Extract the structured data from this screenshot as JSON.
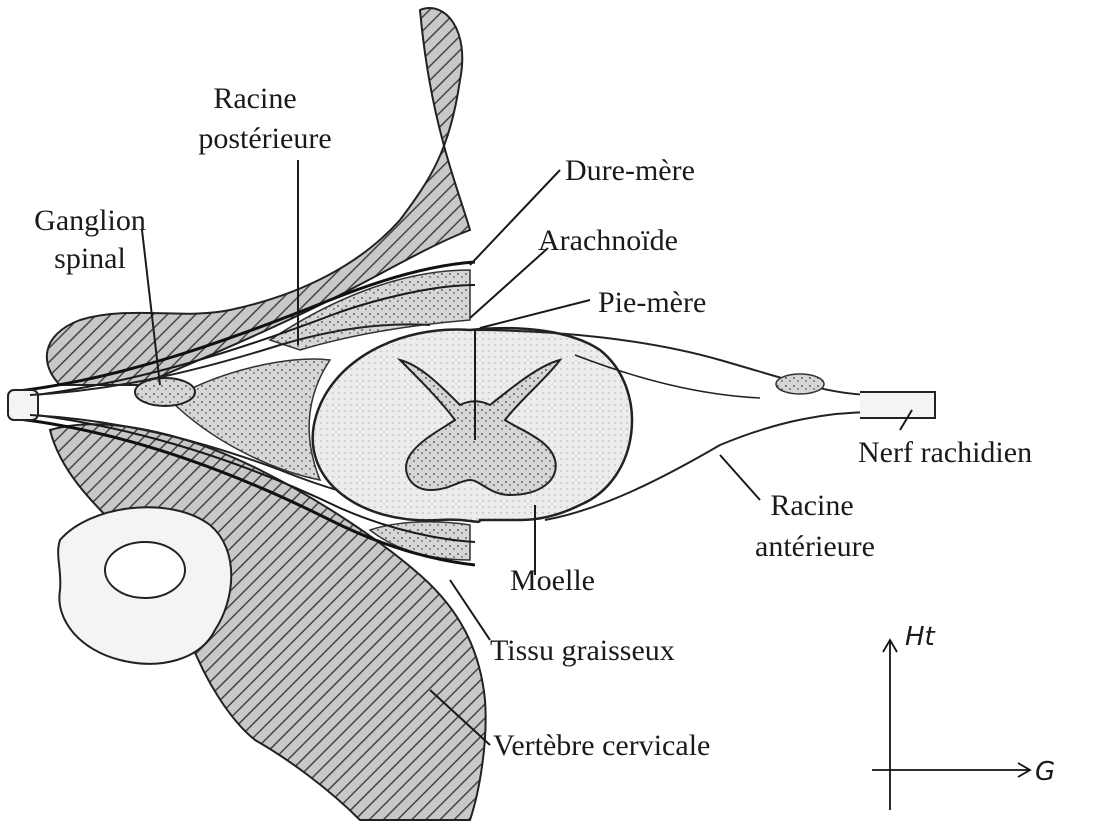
{
  "labels": {
    "racine_posterieure_1": "Racine",
    "racine_posterieure_2": "postérieure",
    "dure_mere": "Dure-mère",
    "ganglion_1": "Ganglion",
    "ganglion_2": "spinal",
    "arachnoide": "Arachnoïde",
    "pie_mere": "Pie-mère",
    "nerf_rachidien": "Nerf rachidien",
    "racine_anterieure_1": "Racine",
    "racine_anterieure_2": "antérieure",
    "moelle": "Moelle",
    "tissu_graisseux": "Tissu graisseux",
    "vertebre_cervicale": "Vertèbre cervicale"
  },
  "axes": {
    "vertical": "Ht",
    "horizontal": "G"
  }
}
